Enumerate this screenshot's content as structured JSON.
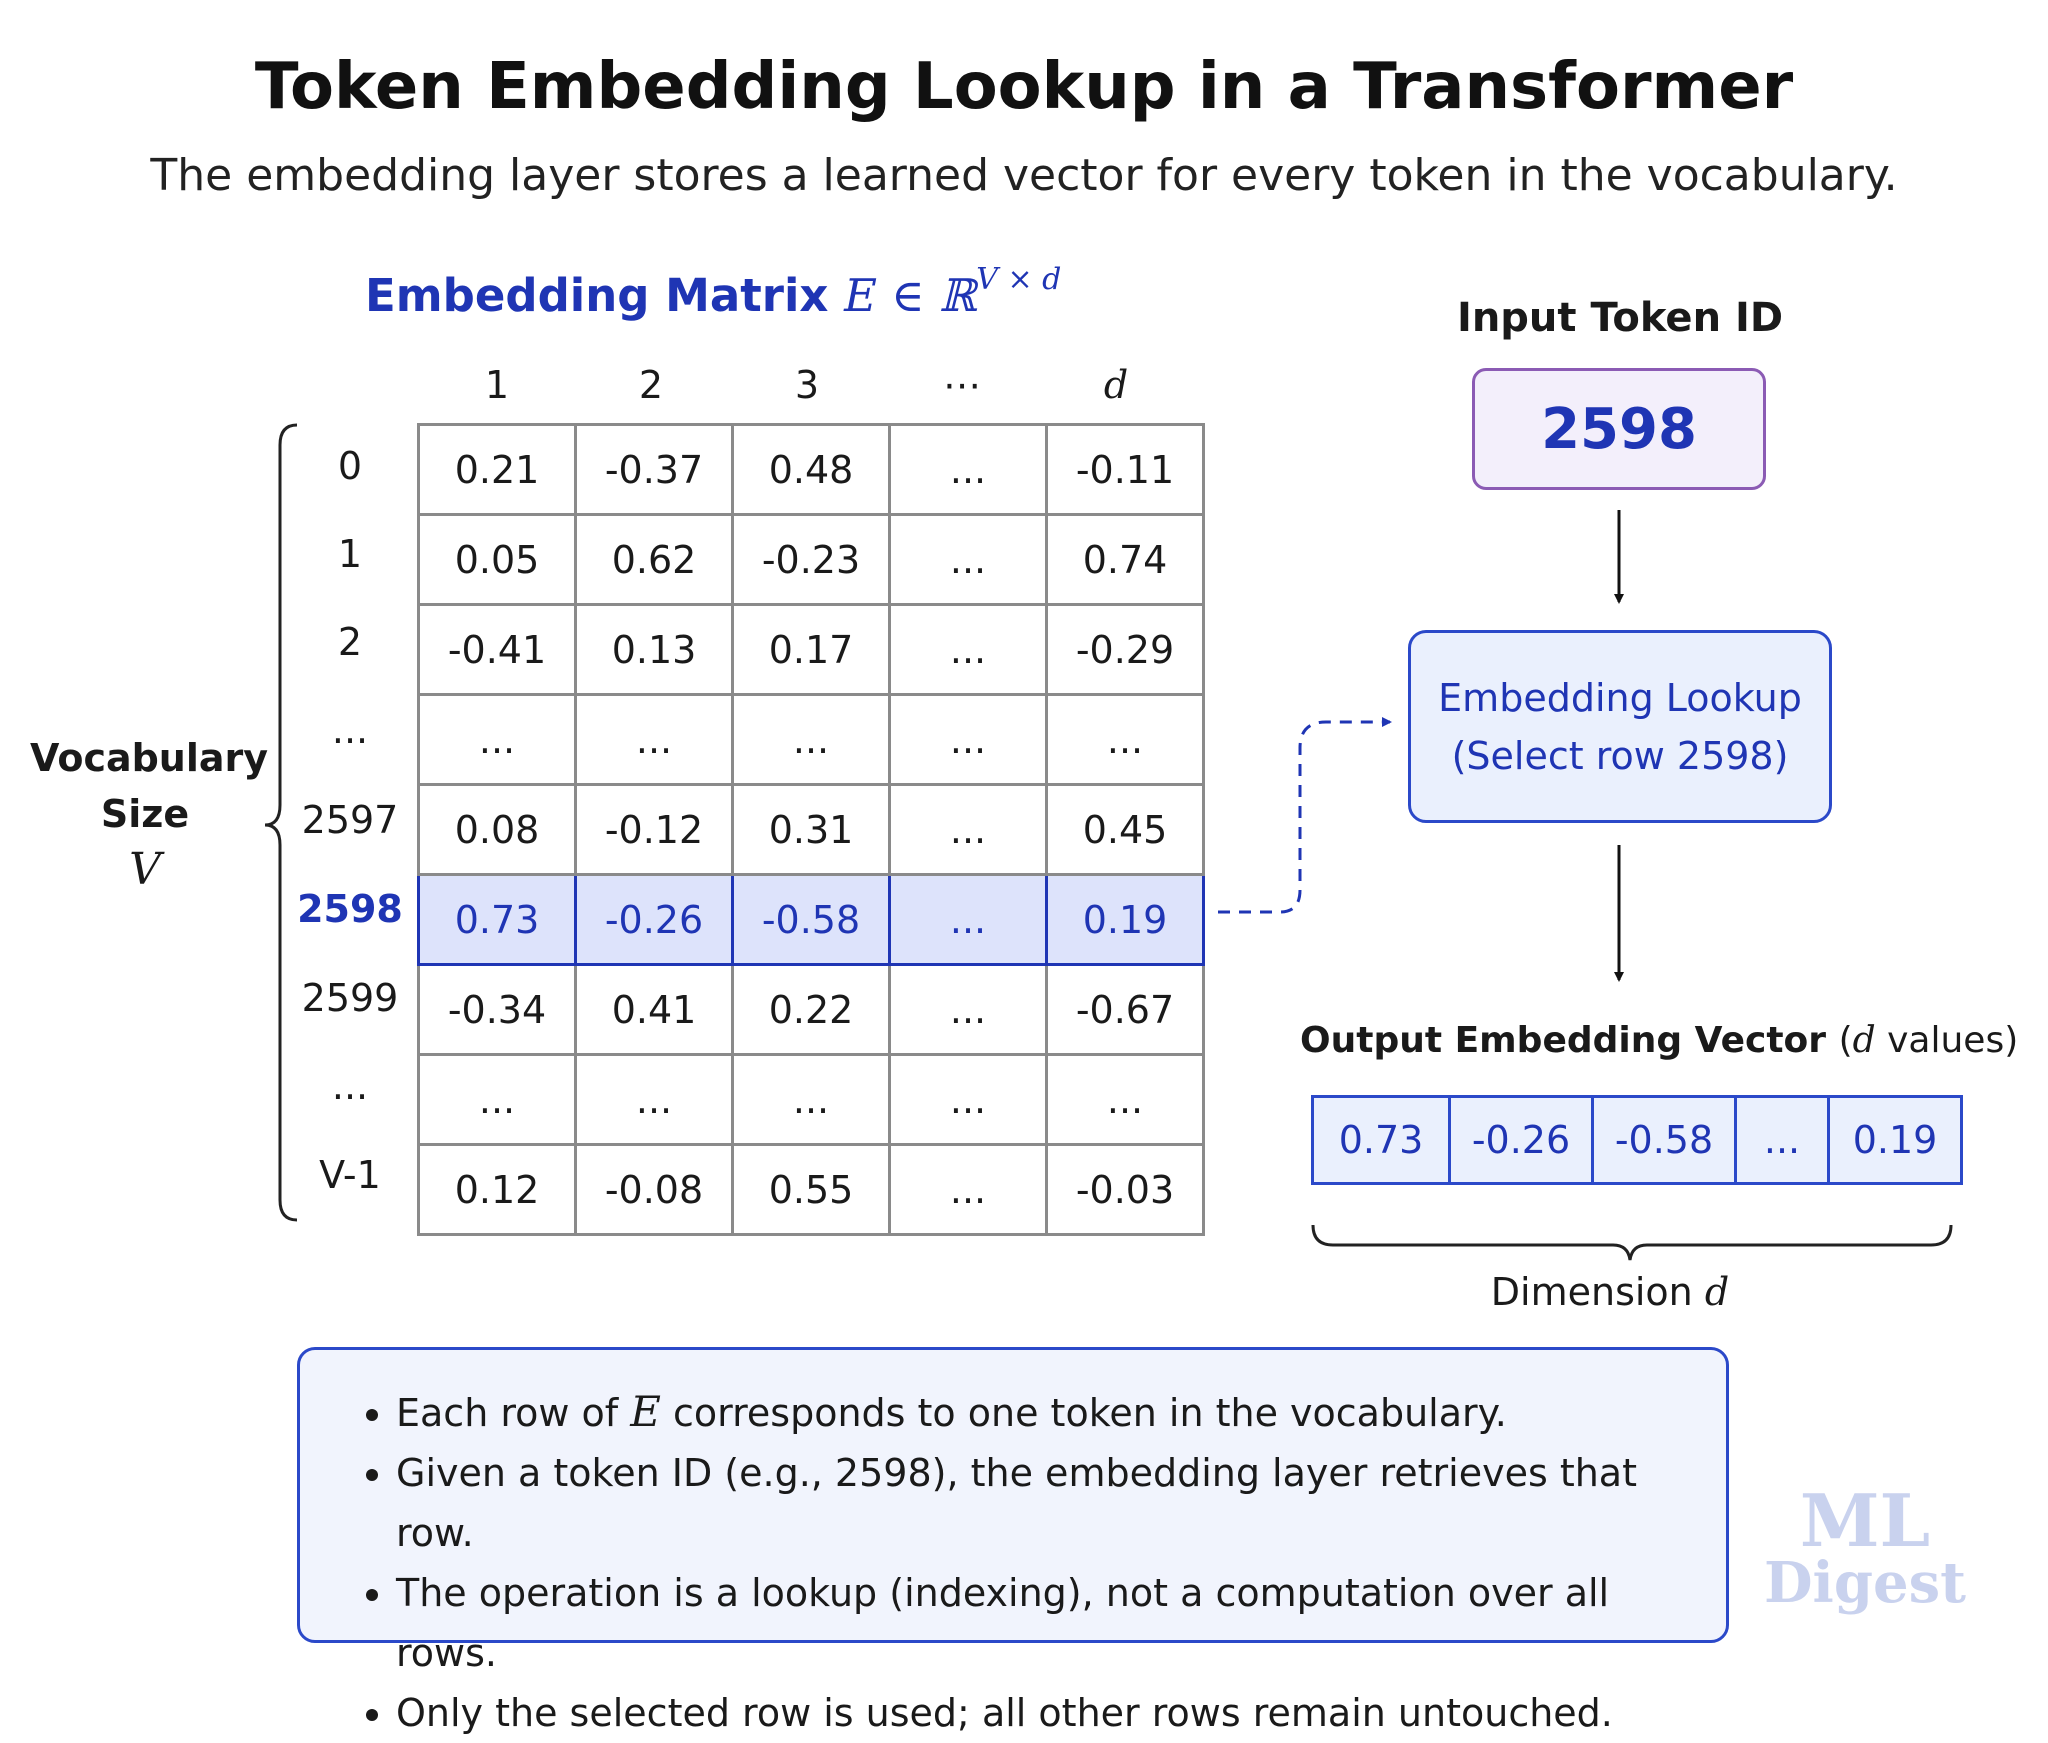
{
  "title": "Token Embedding Lookup in a Transformer",
  "subtitle": "The embedding layer stores a learned vector for every token in the vocabulary.",
  "matrix": {
    "title_text": "Embedding Matrix",
    "title_math": "E ∈ ℝ",
    "title_sup": "V × d",
    "col_headers": [
      "1",
      "2",
      "3",
      "⋯",
      "d"
    ],
    "rows": [
      {
        "label": "0",
        "values": [
          "0.21",
          "-0.37",
          "0.48",
          "...",
          "-0.11"
        ]
      },
      {
        "label": "1",
        "values": [
          "0.05",
          "0.62",
          "-0.23",
          "...",
          "0.74"
        ]
      },
      {
        "label": "2",
        "values": [
          "-0.41",
          "0.13",
          "0.17",
          "...",
          "-0.29"
        ]
      },
      {
        "label": "...",
        "values": [
          "...",
          "...",
          "...",
          "...",
          "..."
        ]
      },
      {
        "label": "2597",
        "values": [
          "0.08",
          "-0.12",
          "0.31",
          "...",
          "0.45"
        ]
      },
      {
        "label": "2598",
        "values": [
          "0.73",
          "-0.26",
          "-0.58",
          "...",
          "0.19"
        ],
        "selected": true
      },
      {
        "label": "2599",
        "values": [
          "-0.34",
          "0.41",
          "0.22",
          "...",
          "-0.67"
        ]
      },
      {
        "label": "...",
        "values": [
          "...",
          "...",
          "...",
          "...",
          "..."
        ]
      },
      {
        "label": "V-1",
        "values": [
          "0.12",
          "-0.08",
          "0.55",
          "...",
          "-0.03"
        ]
      }
    ]
  },
  "vocab": {
    "line1": "Vocabulary",
    "line2": "Size",
    "symbol": "V"
  },
  "input_token": {
    "label": "Input Token ID",
    "value": "2598"
  },
  "lookup": {
    "line1": "Embedding Lookup",
    "line2": "(Select row 2598)"
  },
  "output": {
    "label_bold": "Output Embedding Vector",
    "label_open": "(",
    "label_math": "d",
    "label_rest": " values)",
    "values": [
      "0.73",
      "-0.26",
      "-0.58",
      "...",
      "0.19"
    ]
  },
  "dimension": {
    "text": "Dimension",
    "symbol": "d"
  },
  "notes": {
    "items": [
      {
        "pre": "Each row of ",
        "math": "E",
        "post": "  corresponds to one token in the vocabulary."
      },
      {
        "pre": "Given a token ID (e.g., 2598), the embedding layer retrieves that row.",
        "math": "",
        "post": ""
      },
      {
        "pre": "The operation is a lookup (indexing), not a computation over all rows.",
        "math": "",
        "post": ""
      },
      {
        "pre": "Only the selected row is used; all other rows remain untouched.",
        "math": "",
        "post": ""
      }
    ]
  },
  "watermark": {
    "line1": "ML",
    "line2": "Digest"
  },
  "colors": {
    "accent": "#1f35b4",
    "highlight": "#dde3fb",
    "token_border": "#8b5bb4",
    "box_fill": "#eaf0fd"
  }
}
